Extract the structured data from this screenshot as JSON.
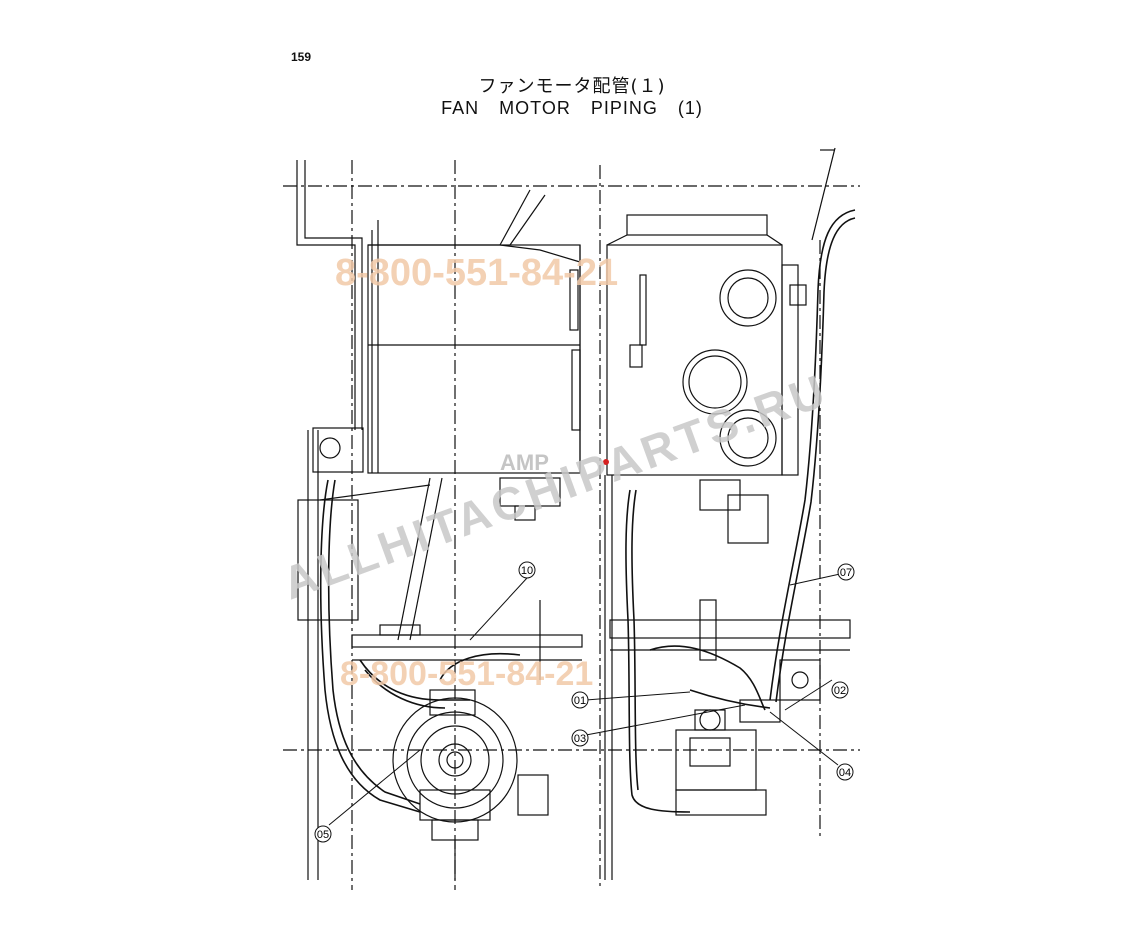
{
  "page_number": "159",
  "title": {
    "jp": "ファンモータ配管(１)",
    "en": "FAN   MOTOR   PIPING (1)"
  },
  "callouts": [
    {
      "id": "c-01",
      "label": "01"
    },
    {
      "id": "c-02",
      "label": "02"
    },
    {
      "id": "c-03",
      "label": "03"
    },
    {
      "id": "c-04",
      "label": "04"
    },
    {
      "id": "c-05",
      "label": "05"
    },
    {
      "id": "c-07",
      "label": "07"
    },
    {
      "id": "c-10",
      "label": "10"
    }
  ],
  "watermarks": {
    "phone_top": "8-800-551-84-21",
    "phone_bottom": "8-800-551-84-21",
    "site": "ALLHITACHIPARTS.RU",
    "logo": "AMP"
  },
  "colors": {
    "line": "#111111",
    "watermark_orange": "#f2c9a8",
    "watermark_gray": "#c8c8c8",
    "marker": "#d62020"
  }
}
